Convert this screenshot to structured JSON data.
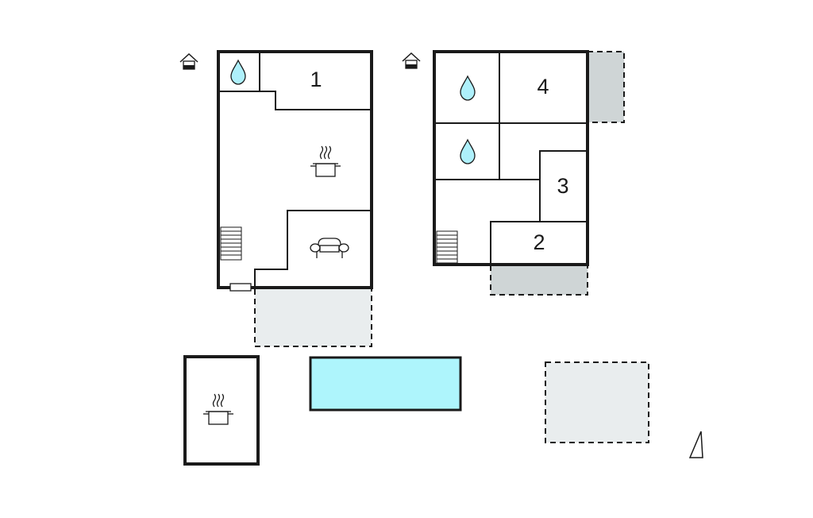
{
  "floorplan": {
    "house_a": {
      "entrance_icon": "house-entrance-icon",
      "rooms": [
        {
          "label": "1",
          "kind": "bedroom"
        },
        {
          "kind": "bathroom",
          "icon": "water-drop-icon"
        },
        {
          "kind": "kitchen",
          "icon": "cooking-pot-icon"
        },
        {
          "kind": "living-room",
          "icon": "sofa-icon"
        }
      ],
      "stairs": true
    },
    "house_b": {
      "entrance_icon": "house-entrance-icon",
      "rooms": [
        {
          "label": "4",
          "kind": "bedroom"
        },
        {
          "label": "3",
          "kind": "bedroom"
        },
        {
          "label": "2",
          "kind": "bedroom"
        },
        {
          "kind": "bathroom",
          "icon": "water-drop-icon"
        },
        {
          "kind": "bathroom",
          "icon": "water-drop-icon"
        }
      ],
      "stairs": true
    },
    "outdoor_kitchen": {
      "icon": "cooking-pot-icon"
    },
    "pool": {
      "color": "#aef5fc"
    },
    "north_arrow": "north-arrow-icon",
    "colors": {
      "wall": "#1a1a1a",
      "pool": "#aef5fc",
      "terrace_light": "#e9edee",
      "terrace_dark": "#cfd5d6",
      "water": "#aef0fb"
    }
  }
}
